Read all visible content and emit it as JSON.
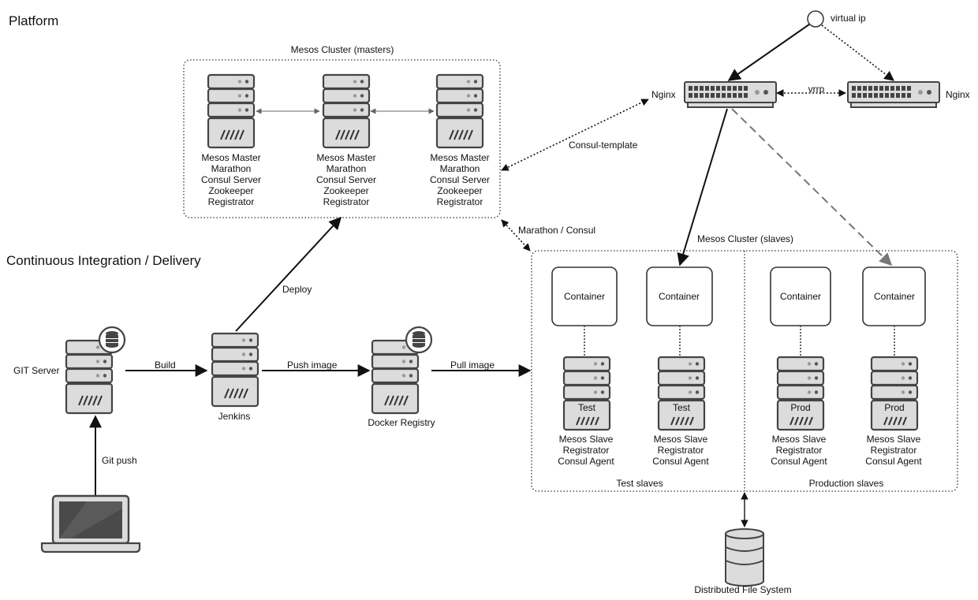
{
  "sections": {
    "platform": "Platform",
    "ci": "Continuous Integration / Delivery"
  },
  "masters_cluster": {
    "title": "Mesos Cluster (masters)",
    "server_lines": [
      "Mesos Master",
      "Marathon",
      "Consul Server",
      "Zookeeper",
      "Registrator"
    ]
  },
  "slaves_cluster": {
    "title": "Mesos Cluster (slaves)",
    "test_label": "Test slaves",
    "prod_label": "Production slaves",
    "container_label": "Container",
    "test_tag": "Test",
    "prod_tag": "Prod",
    "server_lines": [
      "Mesos Slave",
      "Registrator",
      "Consul Agent"
    ]
  },
  "load_balancer": {
    "virtual_ip": "virtual ip",
    "nginx": "Nginx",
    "vrrp": "vrrp",
    "consul_template": "Consul-template",
    "marathon_consul": "Marathon / Consul"
  },
  "ci": {
    "git_server": "GIT Server",
    "jenkins": "Jenkins",
    "docker_registry": "Docker Registry",
    "build": "Build",
    "push_image": "Push image",
    "pull_image": "Pull image",
    "deploy": "Deploy",
    "git_push": "Git push"
  },
  "storage": {
    "dfs": "Distributed File System"
  },
  "icons": [
    "server-icon",
    "database-icon",
    "laptop-icon",
    "network-switch-icon",
    "container-icon"
  ]
}
